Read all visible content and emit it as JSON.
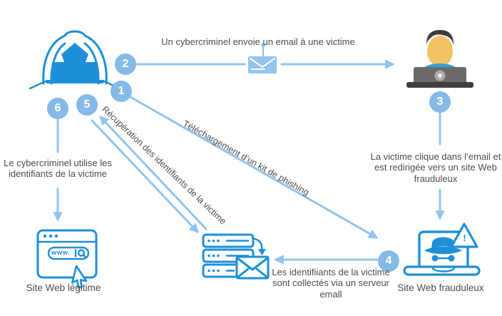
{
  "colors": {
    "bright_blue": "#1E8FD9",
    "light_blue": "#92C4EC",
    "circle_blue": "#85BAE7",
    "text_gray": "#4D4D4D"
  },
  "flow": {
    "step1": {
      "num": "1",
      "label": "Téléchargement d’un kit de phishing"
    },
    "step2": {
      "num": "2",
      "label": "Un cybercriminel envoie un email à une victime"
    },
    "step3": {
      "num": "3",
      "label": "La victime clique dans l’email et est redirigée vers un site Web frauduleux"
    },
    "step4": {
      "num": "4",
      "label": "Les identifiiants de la victime sont collectés via un serveur emall"
    },
    "step5": {
      "num": "5",
      "label": "Récupération des identifiants de la victime"
    },
    "step6": {
      "num": "6",
      "label": "Le cybercriminel utilise les identifiants de la victime"
    }
  },
  "nodes": {
    "hacker": {
      "icon": "hacker-at-laptop-icon"
    },
    "victim": {
      "icon": "victim-at-laptop-icon"
    },
    "phishing_email": {
      "icon": "email-hook-icon"
    },
    "email_server": {
      "icon": "server-email-icon"
    },
    "legit_site": {
      "caption": "Site Web légitime",
      "icon": "browser-window-icon",
      "url_text": "www."
    },
    "fraud_site": {
      "caption": "Site Web frauduleux",
      "icon": "spy-laptop-icon",
      "warning_mark": "!"
    }
  }
}
